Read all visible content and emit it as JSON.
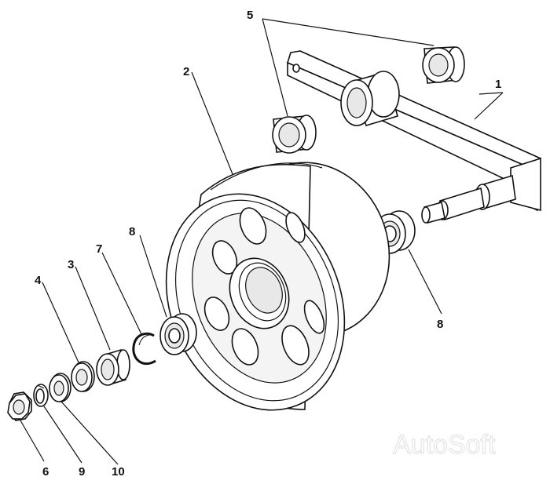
{
  "callouts": {
    "c1": "1",
    "c2": "2",
    "c3": "3",
    "c4": "4",
    "c5": "5",
    "c6": "6",
    "c7": "7",
    "c8a": "8",
    "c8b": "8",
    "c9": "9",
    "c10": "10"
  },
  "watermark": "AutoSoft"
}
